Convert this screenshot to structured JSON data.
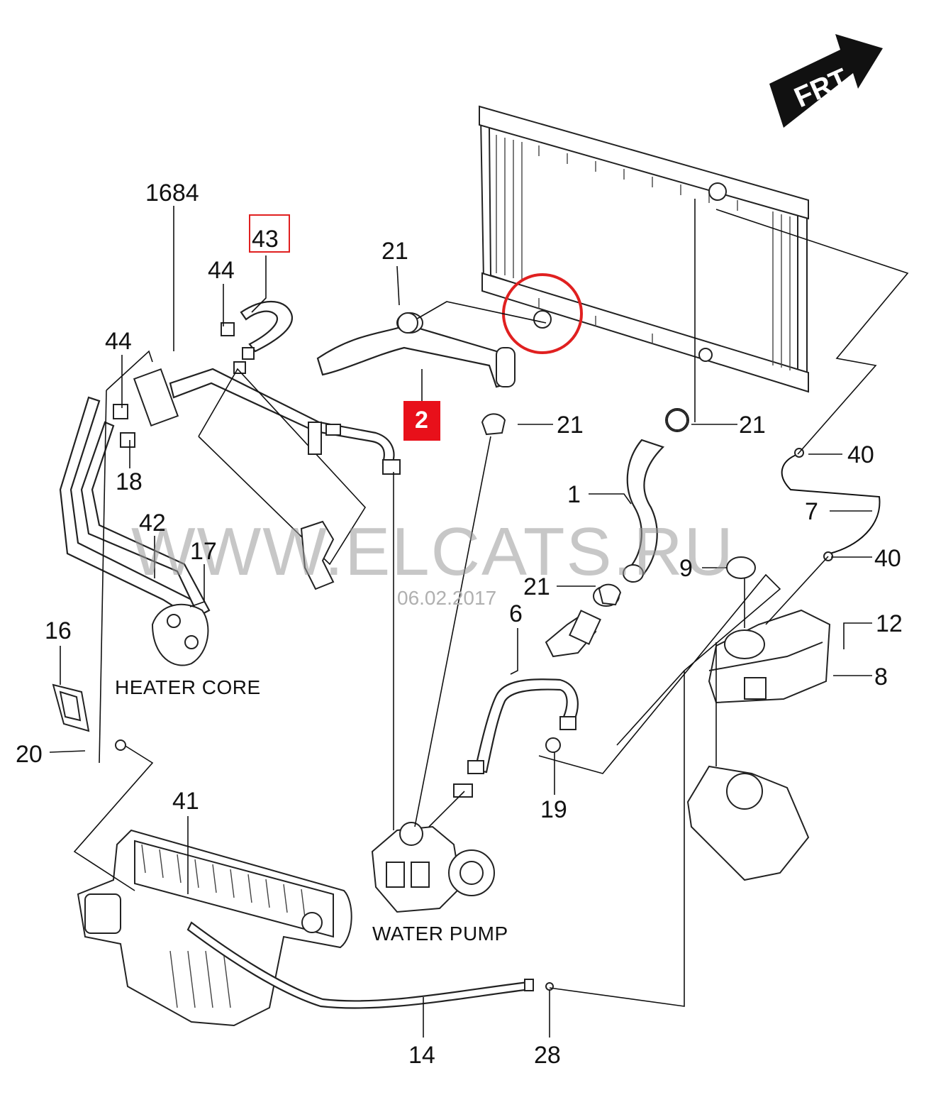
{
  "direction_arrow": {
    "label": "FRT"
  },
  "captions": {
    "heater_core": "HEATER CORE",
    "water_pump": "WATER PUMP"
  },
  "watermark": {
    "site": "WWW.ELCATS.RU",
    "date": "06.02.2017"
  },
  "callouts": {
    "c1684": "1684",
    "c43": "43",
    "c44a": "44",
    "c44b": "44",
    "c18": "18",
    "c42": "42",
    "c17": "17",
    "c16": "16",
    "c20": "20",
    "c41": "41",
    "c21a": "21",
    "c21b": "21",
    "c21c": "21",
    "c21d": "21",
    "c2": "2",
    "c1": "1",
    "c40a": "40",
    "c40b": "40",
    "c7": "7",
    "c9": "9",
    "c12": "12",
    "c8": "8",
    "c6": "6",
    "c19": "19",
    "c14": "14",
    "c28": "28"
  },
  "highlight_colors": {
    "box": "#e02020",
    "badge": "#e8101a"
  }
}
